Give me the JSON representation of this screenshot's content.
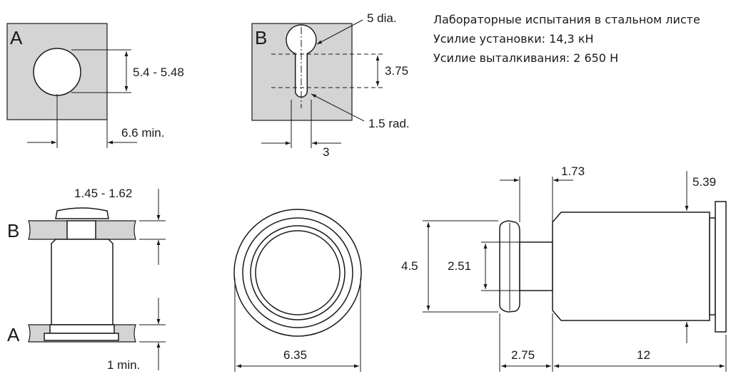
{
  "notes": {
    "line1": "Лабораторные испытания в стальном листе",
    "line2": "Усилие установки: 14,3 кН",
    "line3": "Усилие выталкивания: 2 650 Н"
  },
  "hole_a": {
    "label": "A",
    "dim_diameter": "5.4 - 5.48",
    "dim_edge": "6.6 min."
  },
  "hole_b": {
    "label": "B",
    "dim_dia": "5 dia.",
    "dim_height": "3.75",
    "dim_rad": "1.5 rad.",
    "dim_width": "3"
  },
  "side_view": {
    "label_b": "B",
    "label_a": "A",
    "dim_top": "1.45 - 1.62",
    "dim_bottom": "1 min."
  },
  "end_view": {
    "dim_diameter": "6.35"
  },
  "profile_view": {
    "dim_1_73": "1.73",
    "dim_5_39": "5.39",
    "dim_4_5": "4.5",
    "dim_2_51": "2.51",
    "dim_2_75": "2.75",
    "dim_12": "12"
  }
}
